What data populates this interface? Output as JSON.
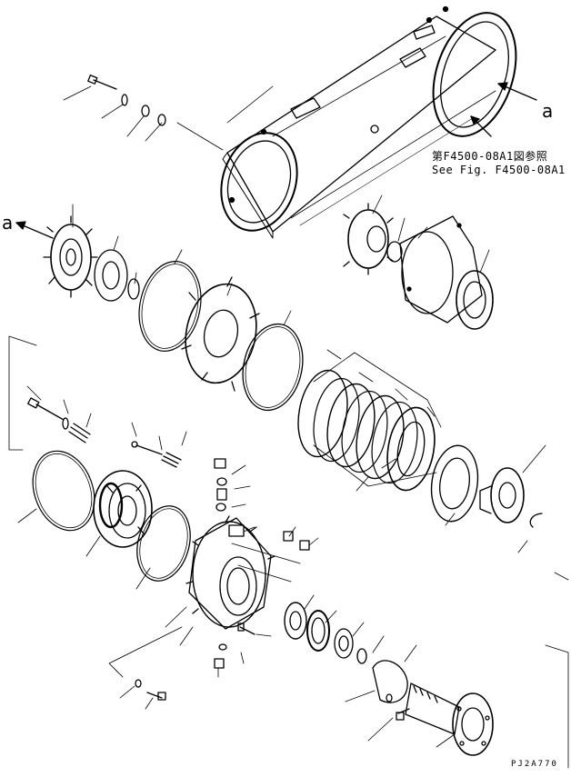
{
  "callouts": {
    "ref_jp": "第F4500-08A1図参照",
    "ref_en": "See Fig. F4500-08A1",
    "view_a_right": "a",
    "view_a_left": "a"
  },
  "drawing_code": "PJ2A770",
  "colors": {
    "ink": "#000000",
    "paper": "#ffffff"
  }
}
